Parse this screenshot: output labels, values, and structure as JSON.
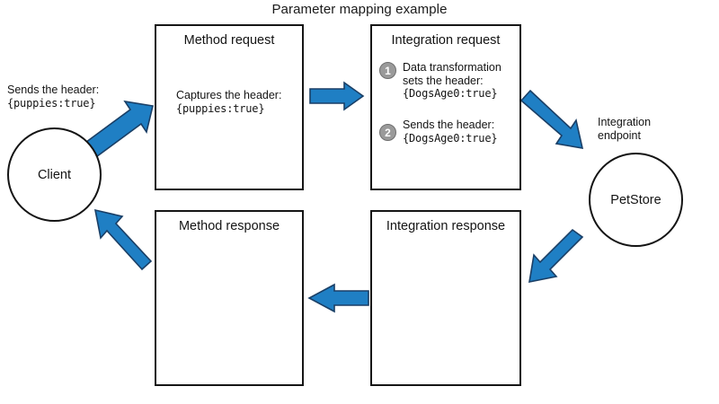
{
  "diagram": {
    "title": "Parameter mapping example",
    "colors": {
      "arrow_fill": "#1f7fc4",
      "arrow_stroke": "#1a3f66",
      "badge_fill": "#9a9a9a",
      "box_stroke": "#161616",
      "background": "#ffffff"
    },
    "nodes": {
      "client": {
        "label": "Client",
        "caption_line1": "Sends the header:",
        "caption_line2": "{puppies:true}"
      },
      "method_request": {
        "title": "Method request",
        "body_line1": "Captures the header:",
        "body_line2": "{puppies:true}"
      },
      "integration_request": {
        "title": "Integration request",
        "steps": [
          {
            "number": "1",
            "line1": "Data transformation",
            "line2": "sets the header:",
            "line3": "{DogsAge0:true}"
          },
          {
            "number": "2",
            "line1": "Sends the header:",
            "line2": "{DogsAge0:true}"
          }
        ]
      },
      "integration_endpoint": {
        "caption_line1": "Integration",
        "caption_line2": "endpoint",
        "label": "PetStore"
      },
      "integration_response": {
        "title": "Integration response"
      },
      "method_response": {
        "title": "Method response"
      }
    },
    "arrows": [
      {
        "name": "client-to-method-request",
        "direction": "up-right"
      },
      {
        "name": "method-request-to-integration-request",
        "direction": "right"
      },
      {
        "name": "integration-request-to-endpoint",
        "direction": "down-right"
      },
      {
        "name": "endpoint-to-integration-response",
        "direction": "down-left"
      },
      {
        "name": "integration-response-to-method-response",
        "direction": "left"
      },
      {
        "name": "method-response-to-client",
        "direction": "up-left"
      }
    ]
  }
}
